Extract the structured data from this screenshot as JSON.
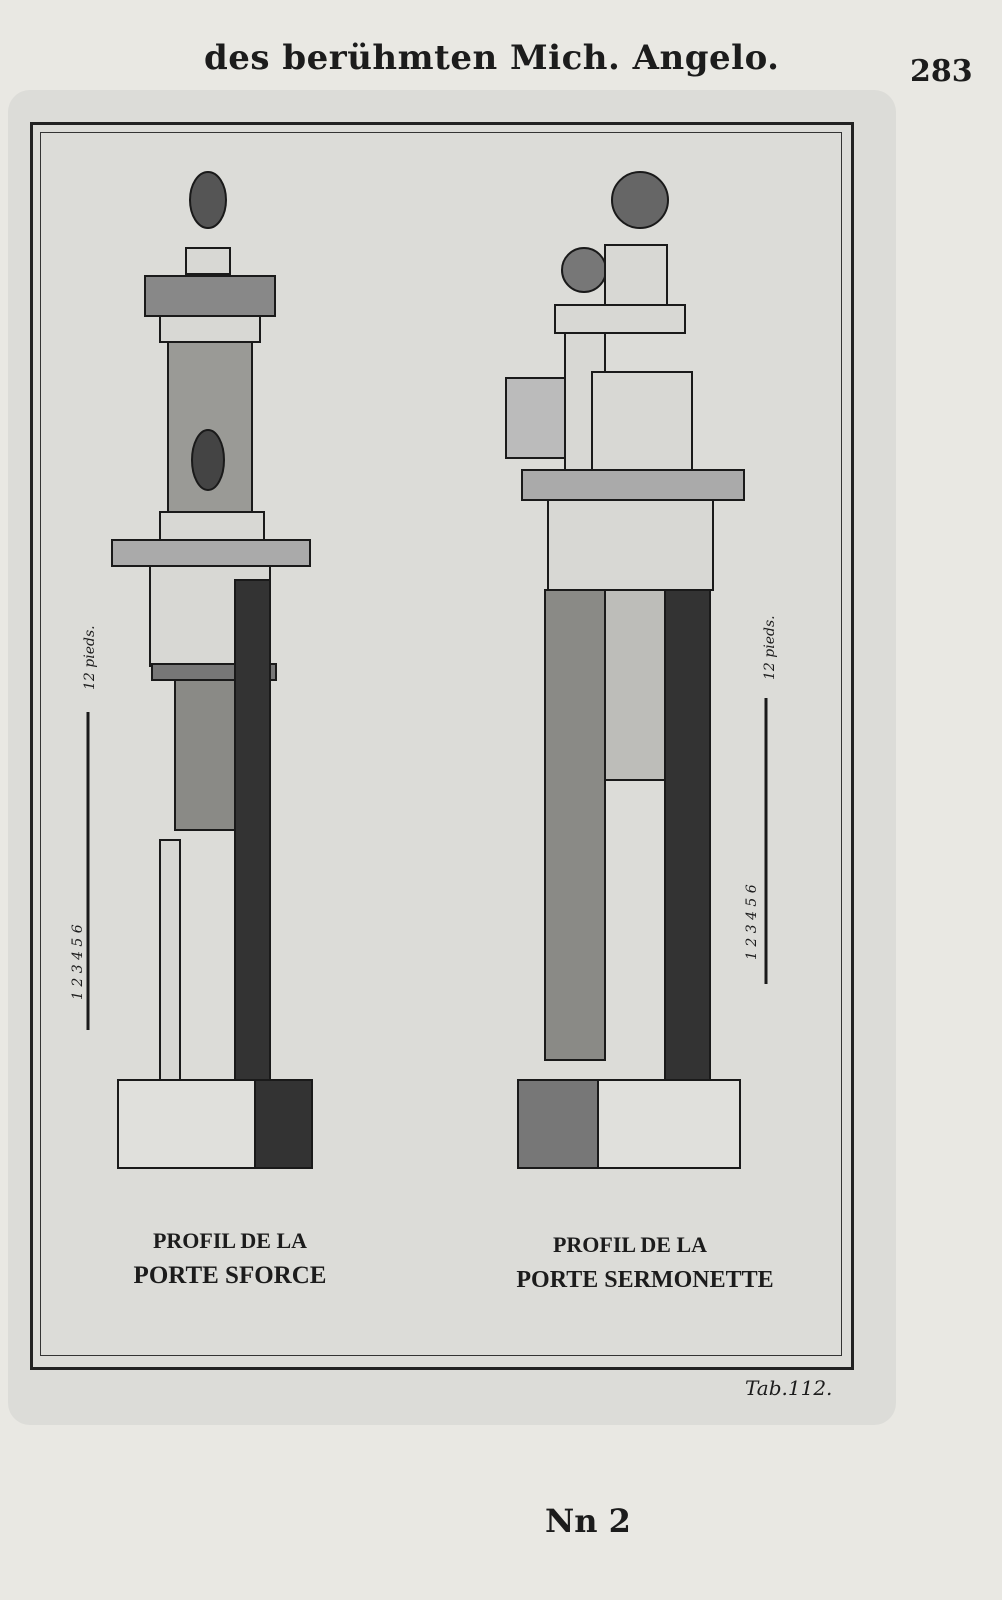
{
  "header": {
    "running_head": "des berühmten Mich. Angelo.",
    "page_number": "283"
  },
  "plate": {
    "left_figure": {
      "caption_line1": "PROFIL DE LA",
      "caption_line2": "PORTE SFORCE",
      "scale_unit": "12 pieds.",
      "scale_ticks": "1 2 3 4 5 6"
    },
    "right_figure": {
      "caption_line1": "PROFIL DE LA",
      "caption_line2": "PORTE SERMONETTE",
      "scale_unit": "12 pieds.",
      "scale_ticks": "1 2 3 4 5 6"
    },
    "plate_number": "Tab.112."
  },
  "footer": {
    "signature": "Nn 2"
  }
}
